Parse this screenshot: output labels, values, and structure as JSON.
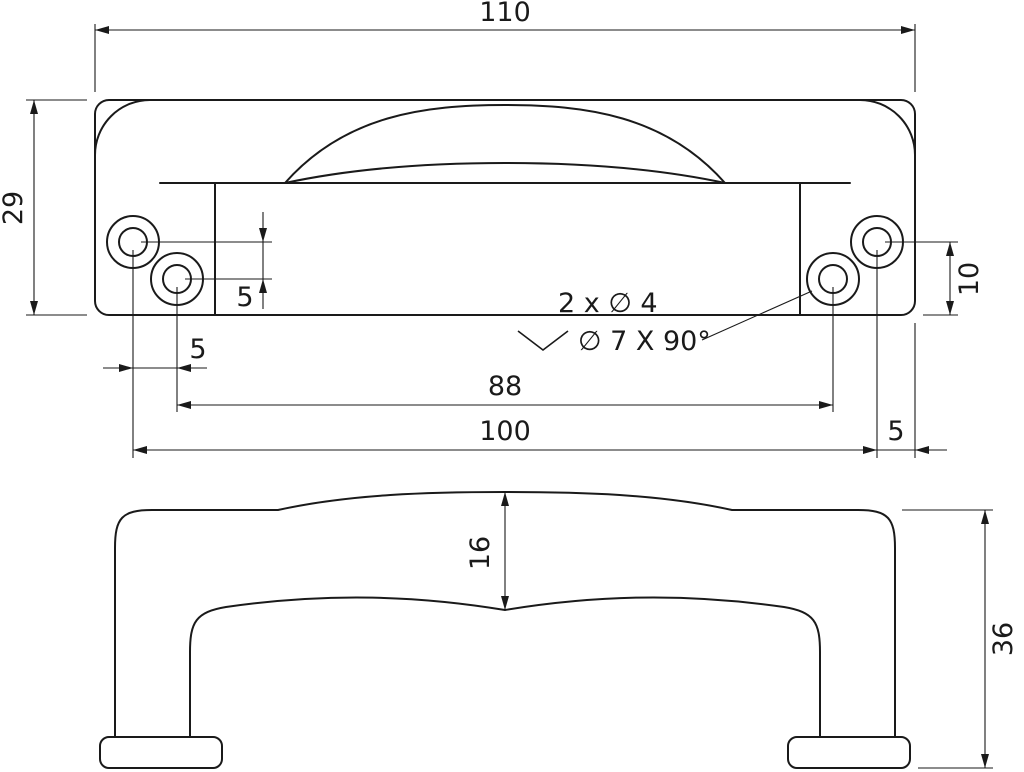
{
  "page": {
    "background_color": "#ffffff",
    "line_color": "#1a1a1a",
    "type": "technical-dimension-drawing"
  },
  "top_view": {
    "dim_overall_width": "110",
    "dim_overall_depth": "29",
    "dim_hole_offset_horizontal": "5",
    "dim_hole_offset_vertical": "5",
    "dim_hole_to_edge": "10",
    "dim_inner_hole_spacing": "88",
    "dim_outer_hole_spacing": "100",
    "dim_end_margin": "5",
    "callout_line1": "2 x ∅ 4",
    "callout_line2": "∅ 7 X 90°"
  },
  "front_view": {
    "dim_grip_thickness": "16",
    "dim_overall_height": "36"
  }
}
